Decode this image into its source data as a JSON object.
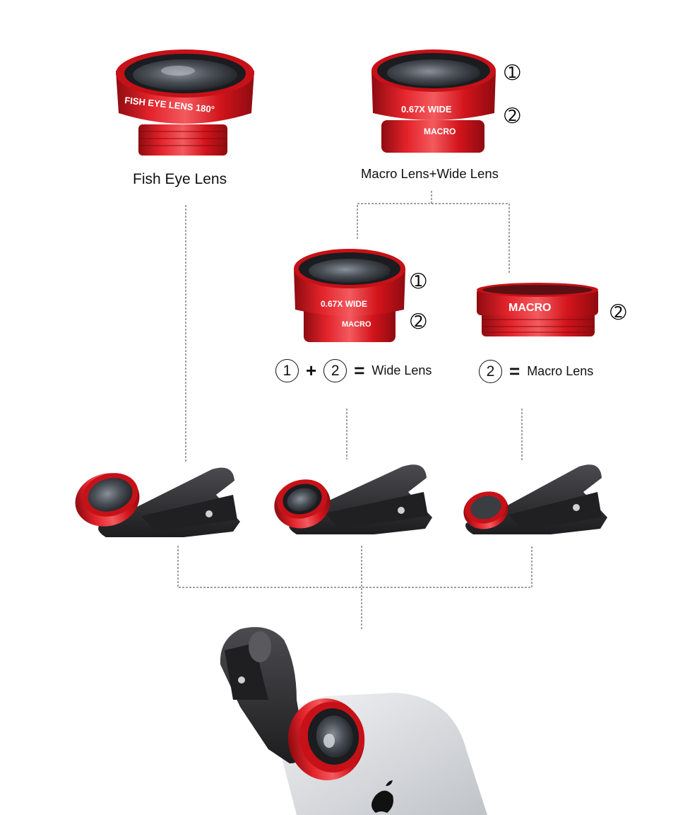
{
  "products": {
    "fish_eye": {
      "caption": "Fish Eye Lens",
      "ring_text": "FISH EYE LENS 180°"
    },
    "macro_wide": {
      "caption": "Macro Lens+Wide Lens",
      "wide_ring_text": "0.67X WIDE",
      "macro_ring_text": "MACRO"
    },
    "wide_combo": {
      "part_1": "1",
      "plus": "+",
      "part_2": "2",
      "equals": "=",
      "result": "Wide Lens",
      "wide_ring_text": "0.67X WIDE",
      "macro_ring_text": "MACRO"
    },
    "macro_only": {
      "part": "2",
      "equals": "=",
      "result": "Macro Lens",
      "ring_text": "MACRO"
    },
    "part_markers": [
      "➀",
      "➁"
    ]
  },
  "colors": {
    "lens_red": "#d3141c",
    "lens_red_dark": "#8e0b10",
    "lens_red_light": "#f35a5e",
    "clip_dark": "#2c2c2e",
    "glass": "#4a4f56",
    "phone_silver": "#dcdfe3",
    "dashed_line": "#444444"
  }
}
